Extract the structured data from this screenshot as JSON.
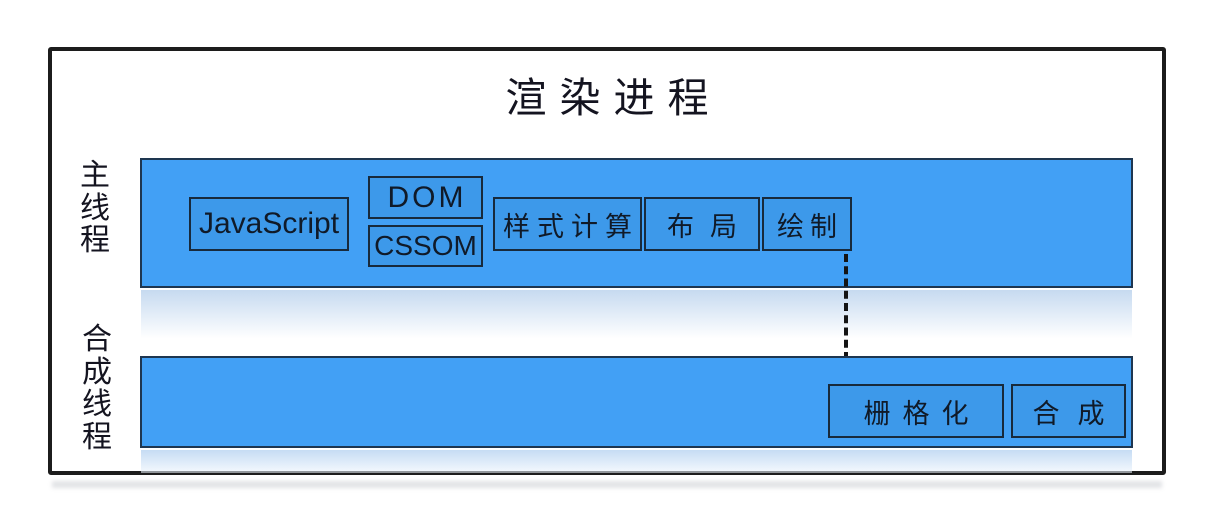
{
  "title": "渲染进程",
  "main_thread": {
    "label": "主线程",
    "boxes": {
      "javascript": "JavaScript",
      "dom": "DOM",
      "cssom": "CSSOM",
      "style_calc": "样式计算",
      "layout": "布局",
      "paint": "绘制"
    }
  },
  "compositor_thread": {
    "label": "合成线程",
    "boxes": {
      "raster": "栅格化",
      "composite": "合成"
    }
  },
  "colors": {
    "bar_fill": "#42A0F5",
    "node_fill": "#3D99EA",
    "node_border": "#182A3C",
    "outer_border": "#1C1C1C",
    "text": "#141420",
    "reflection": "#C6DAF0",
    "background": "#FFFFFF"
  }
}
